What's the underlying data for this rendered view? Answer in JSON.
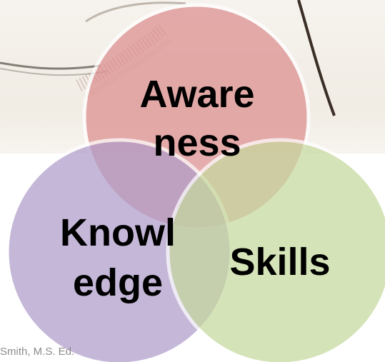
{
  "diagram": {
    "circles": [
      {
        "id": "awareness",
        "label_lines": [
          "Aware",
          "ness"
        ],
        "fill": "#dc8e8e"
      },
      {
        "id": "knowledge",
        "label_lines": [
          "Knowl",
          "edge"
        ],
        "fill": "#b09cca"
      },
      {
        "id": "skills",
        "label_lines": [
          "Skills"
        ],
        "fill": "#c6d99e"
      }
    ]
  },
  "footer": {
    "credit": "Smith, M.S. Ed."
  }
}
